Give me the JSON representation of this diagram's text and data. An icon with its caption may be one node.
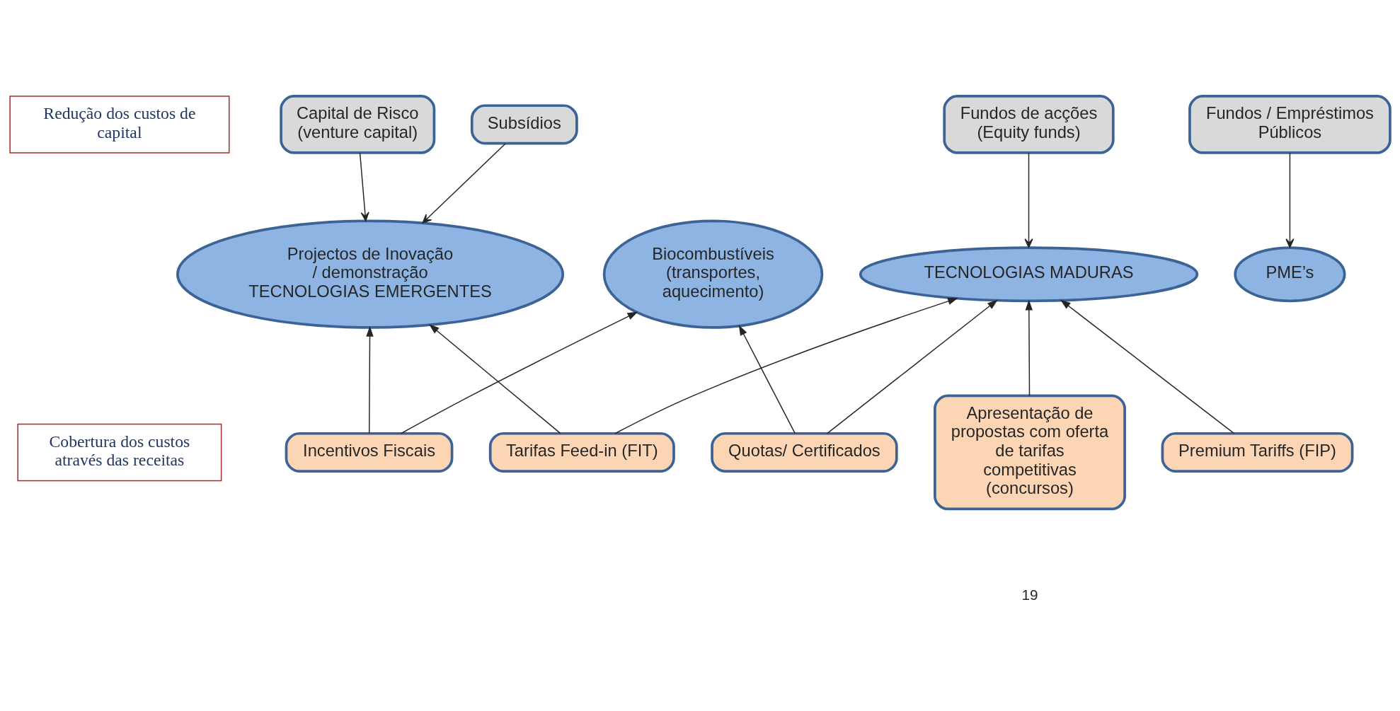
{
  "diagram": {
    "nodes": [
      {
        "text": [
          "Redução dos custos de capital"
        ]
      },
      {
        "text": [
          "Cobertura dos custos através das receitas"
        ]
      },
      {
        "text": [
          "Subsídios"
        ]
      },
      {
        "text": [
          "Capital de Risco (venture capital)"
        ]
      },
      {
        "text": [
          "Fundos / Empréstimos Públicos"
        ]
      },
      {
        "text": [
          "Fundos de acções (Equity funds)"
        ]
      },
      {
        "text": [
          "PME’s"
        ]
      },
      {
        "text": [
          "Projectos de Inovação / demonstração TECNOLOGIAS EMERGENTES"
        ]
      },
      {
        "text": [
          "Biocombustíveis (transportes, aquecimento)"
        ]
      },
      {
        "text": [
          "TECNOLOGIAS MADURAS"
        ]
      },
      {
        "text": [
          "Quotas/ Certificados"
        ]
      },
      {
        "text": [
          "Tarifas Feed-in (FIT)"
        ]
      },
      {
        "text": [
          "Incentivos Fiscais"
        ]
      },
      {
        "text": [
          "Premium Tariffs (FIP)"
        ]
      },
      {
        "text": [
          "Apresentação de propostas com oferta de tarifas competitivas (concursos)"
        ]
      }
    ],
    "edges": [
      {
        "from": 2,
        "to": 7,
        "arrow": "to"
      },
      {
        "from": 3,
        "to": 7,
        "arrow": "to"
      },
      {
        "from": 4,
        "to": 6,
        "arrow": "to"
      },
      {
        "from": 5,
        "to": 9,
        "arrow": "to"
      },
      {
        "from": 10,
        "to": 8,
        "arrow": "to"
      },
      {
        "from": 10,
        "to": 9,
        "arrow": "to"
      },
      {
        "from": 11,
        "to": 7,
        "arrow": "to"
      },
      {
        "from": 11,
        "to": 9,
        "arrow": "to"
      },
      {
        "from": 12,
        "to": 7,
        "arrow": "to"
      },
      {
        "from": 12,
        "to": 8,
        "arrow": "to"
      },
      {
        "from": 13,
        "to": 9,
        "arrow": "to"
      },
      {
        "from": 14,
        "to": 9,
        "arrow": "to"
      }
    ],
    "labels": [
      "19"
    ]
  }
}
